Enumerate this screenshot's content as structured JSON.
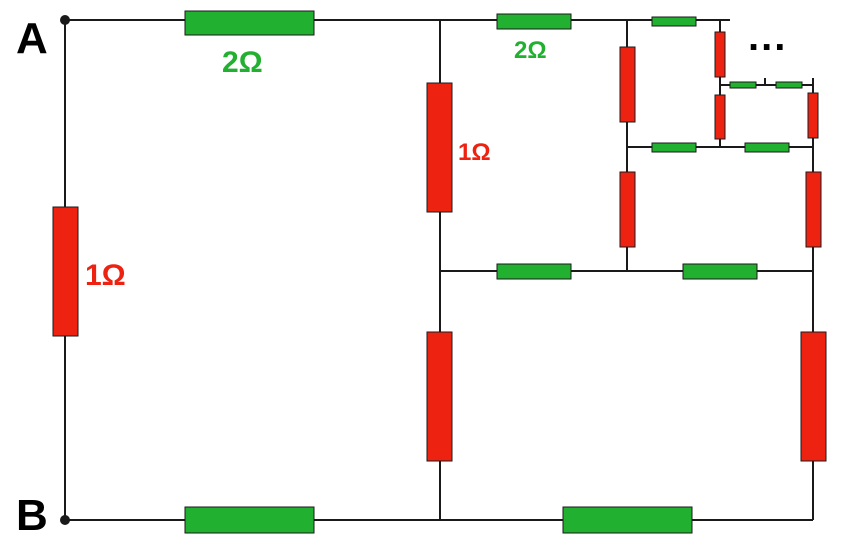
{
  "terminals": {
    "a": "A",
    "b": "B"
  },
  "labels": {
    "top_resistor": "2Ω",
    "left_resistor": "1Ω",
    "inner_vertical_resistor": "1Ω",
    "second_top_resistor": "2Ω"
  },
  "continuation": "...",
  "colors": {
    "series_resistor": "#22b030",
    "shunt_resistor": "#ee2211",
    "wire": "#1a1a1a"
  },
  "icons": [
    "resistor-series-green",
    "resistor-shunt-red",
    "terminal-node"
  ]
}
